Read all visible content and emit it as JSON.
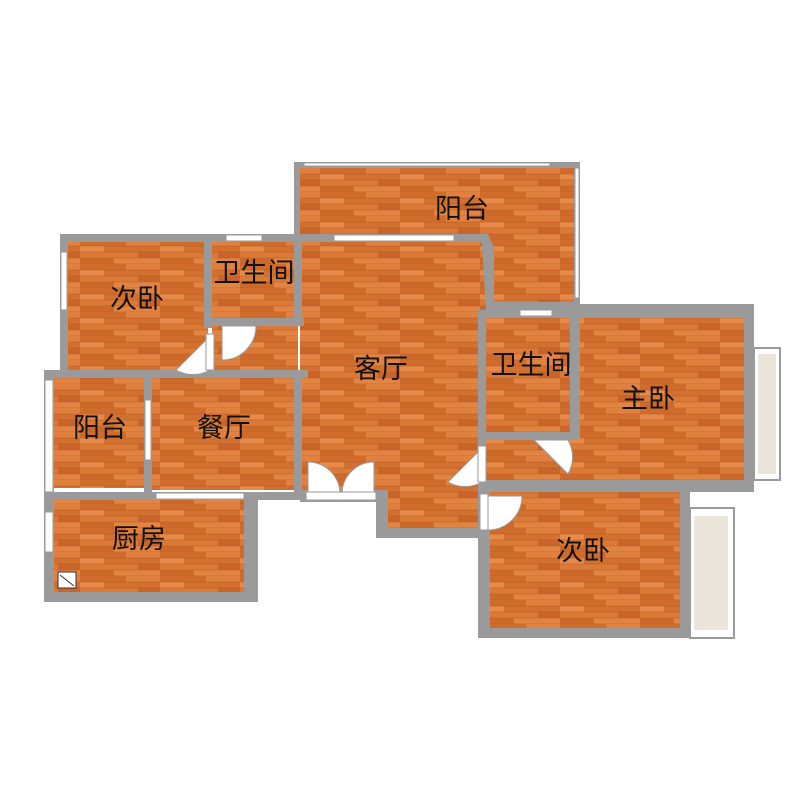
{
  "colors": {
    "floor": "#d8762f",
    "floor_dark": "#c9652a",
    "floor_light": "#e3874a",
    "wall": "#9a9a9a",
    "window": "#ffffff",
    "balcony_glass": "#ece6da",
    "text": "#111111"
  },
  "rooms": [
    {
      "id": "balcony-north",
      "label": "阳台"
    },
    {
      "id": "bedroom-west",
      "label": "次卧"
    },
    {
      "id": "bathroom-west",
      "label": "卫生间"
    },
    {
      "id": "living-room",
      "label": "客厅"
    },
    {
      "id": "bathroom-east",
      "label": "卫生间"
    },
    {
      "id": "master-bedroom",
      "label": "主卧"
    },
    {
      "id": "balcony-west",
      "label": "阳台"
    },
    {
      "id": "dining-room",
      "label": "餐厅"
    },
    {
      "id": "kitchen",
      "label": "厨房"
    },
    {
      "id": "bedroom-south",
      "label": "次卧"
    }
  ]
}
